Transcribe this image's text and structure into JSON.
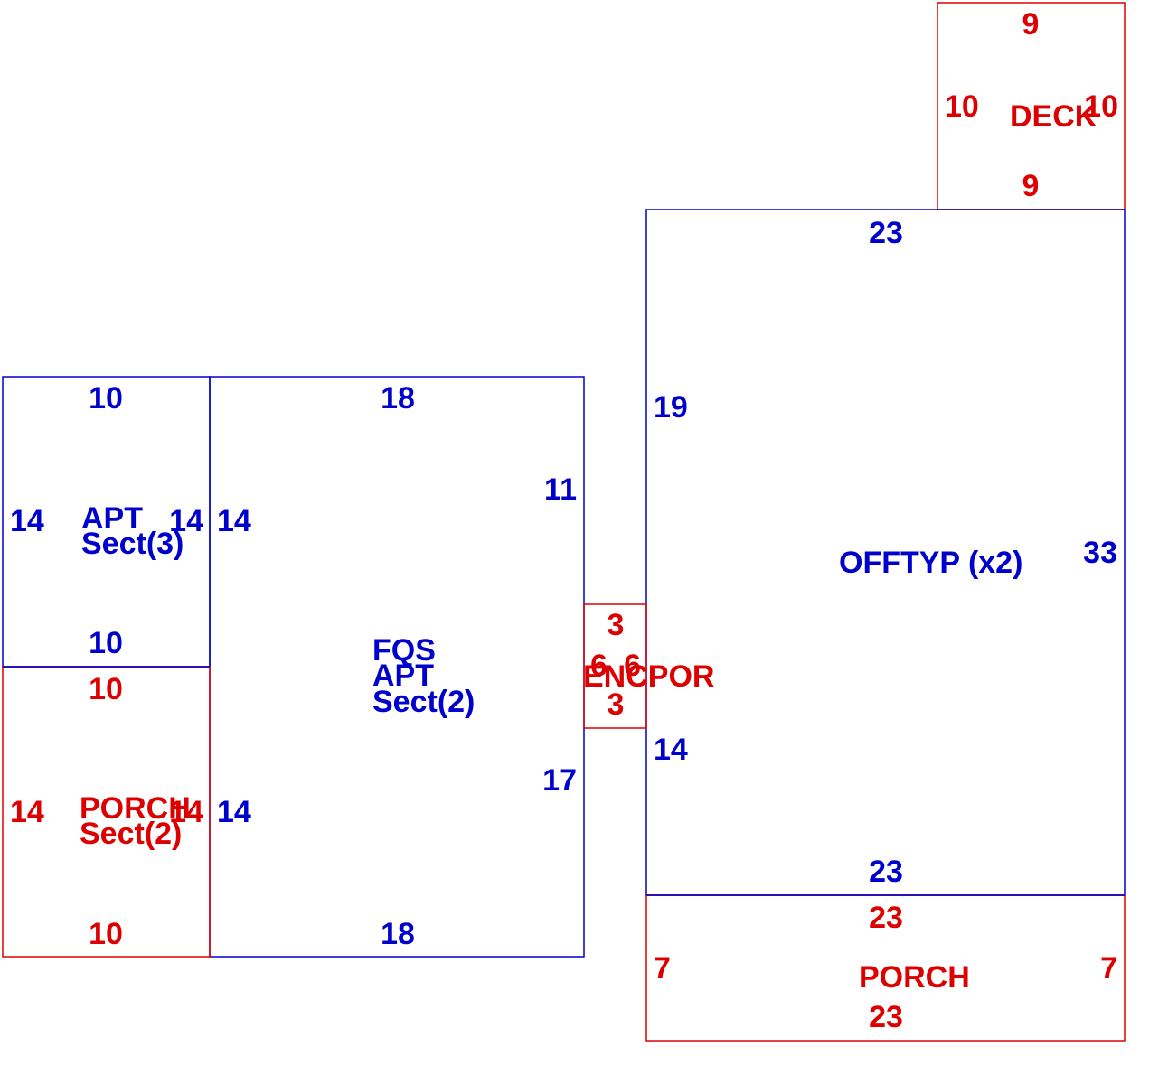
{
  "colors": {
    "living": "#0000cc",
    "exterior": "#dd0000",
    "background": "#ffffff"
  },
  "sections": {
    "deck": {
      "name": "DECK",
      "top": "9",
      "bottom": "9",
      "left": "10",
      "right": "10"
    },
    "offtyp": {
      "name": "OFFTYP (x2)",
      "top": "23",
      "bottom": "23",
      "left_upper": "19",
      "left_lower": "14",
      "right": "33"
    },
    "apt3": {
      "name_line1": "APT",
      "name_line2": "Sect(3)",
      "top": "10",
      "bottom": "10",
      "left": "14",
      "right": "14"
    },
    "fqs_apt2": {
      "name_line1": "FQS",
      "name_line2": "APT",
      "name_line3": "Sect(2)",
      "top": "18",
      "bottom": "18",
      "left_upper": "14",
      "left_lower": "14",
      "right_upper": "11",
      "right_lower": "17"
    },
    "porch2": {
      "name_line1": "PORCH",
      "name_line2": "Sect(2)",
      "top": "10",
      "bottom": "10",
      "left": "14",
      "right": "14"
    },
    "encpor": {
      "name": "ENCPOR",
      "top": "3",
      "bottom": "3",
      "left": "6",
      "right": "6"
    },
    "porch": {
      "name": "PORCH",
      "top": "23",
      "bottom": "23",
      "left": "7",
      "right": "7"
    }
  }
}
